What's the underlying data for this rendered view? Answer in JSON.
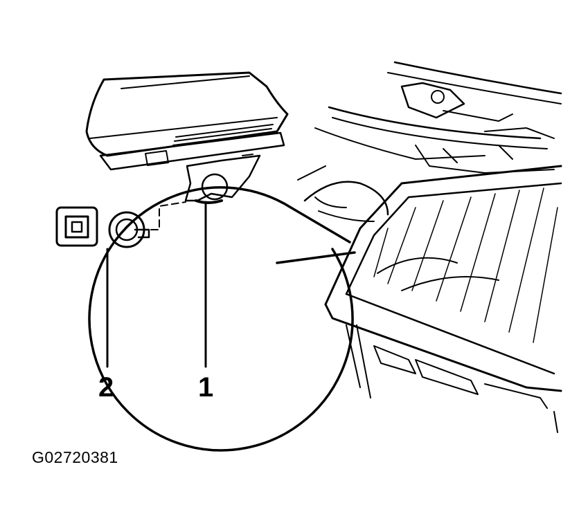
{
  "callouts": [
    {
      "id": "1",
      "label": "1"
    },
    {
      "id": "2",
      "label": "2"
    }
  ],
  "figure_code": "G02720381",
  "colors": {
    "line": "#000000",
    "background": "#ffffff"
  }
}
